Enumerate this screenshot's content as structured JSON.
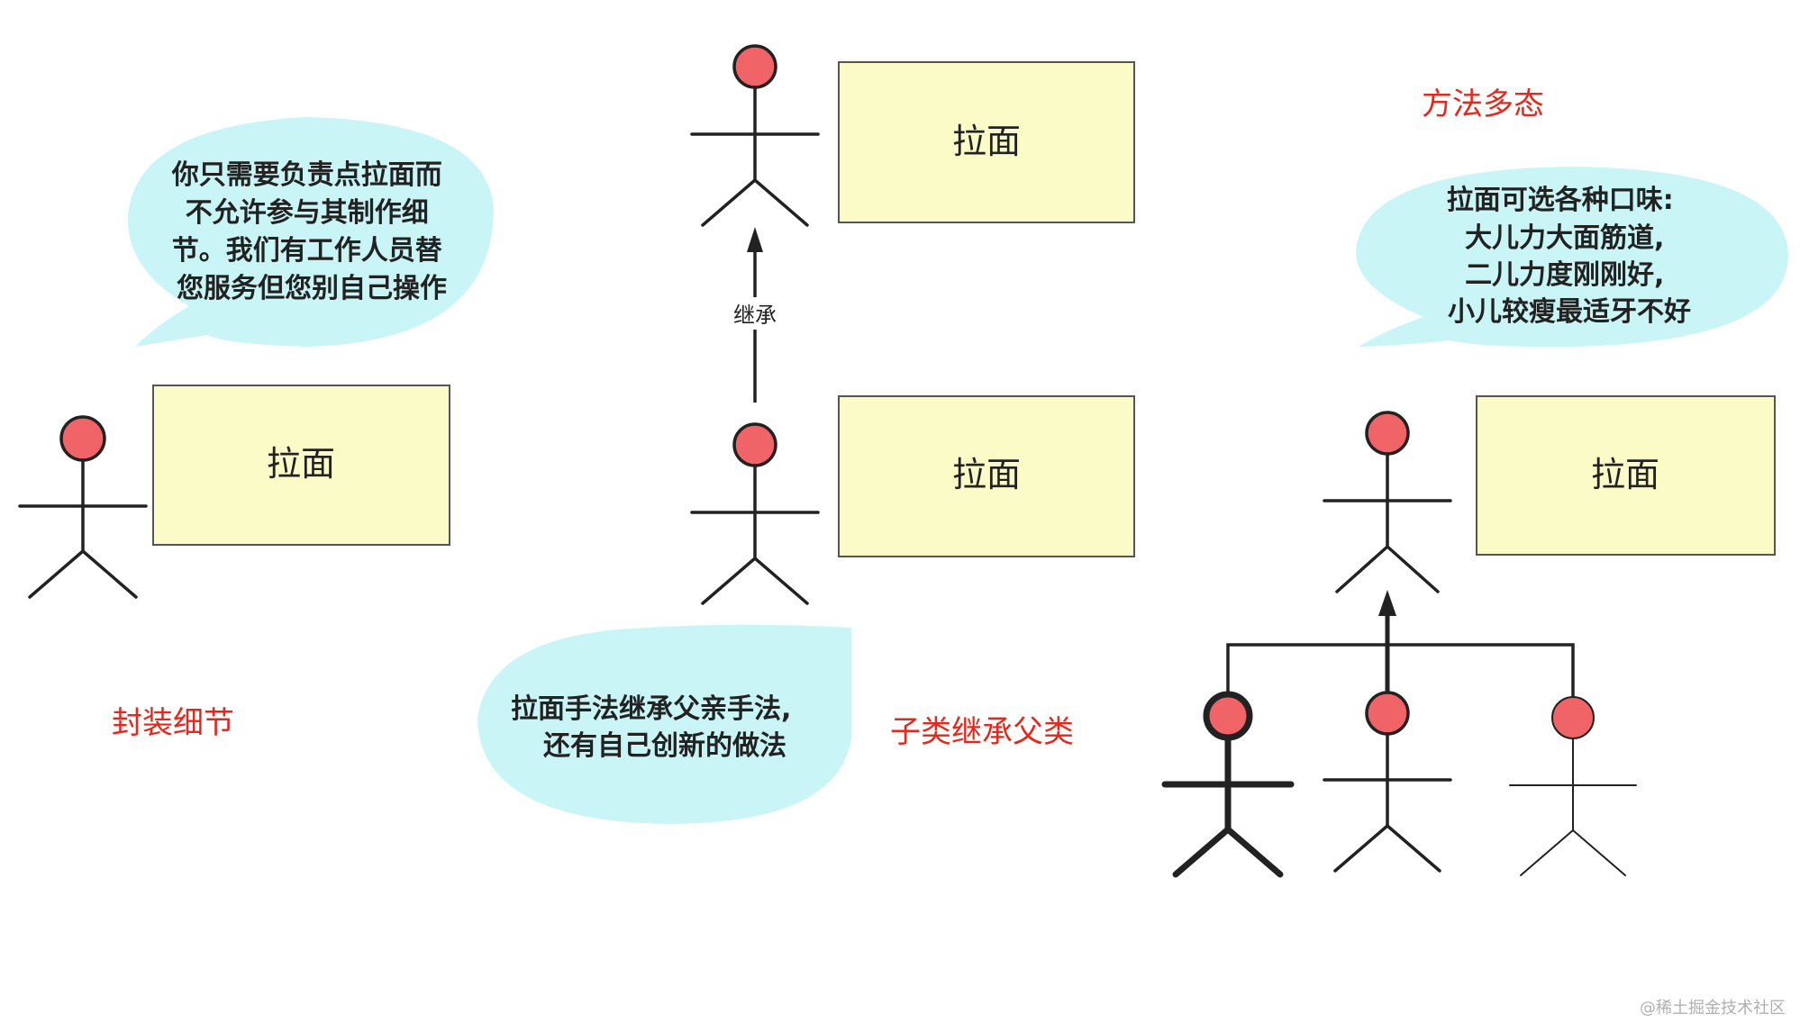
{
  "colors": {
    "box_fill": "#fbfbc8",
    "box_stroke": "#555555",
    "bubble_fill": "#caf5f6",
    "head_fill": "#f06366",
    "figure_stroke": "#222222",
    "caption_color": "#e8271c"
  },
  "icons": {
    "actor": "stick-figure-icon",
    "arrow": "arrow-up-icon"
  },
  "encapsulation": {
    "caption": "封装细节",
    "box_label": "拉面",
    "bubble_lines": [
      "你只需要负责点拉面而",
      "不允许参与其制作细",
      "节。我们有工作人员替",
      "您服务但您别自己操作"
    ]
  },
  "inheritance": {
    "caption": "子类继承父类",
    "parent_box_label": "拉面",
    "child_box_label": "拉面",
    "arrow_label": "继承",
    "bubble_lines": [
      "拉面手法继承父亲手法,",
      "还有自己创新的做法"
    ]
  },
  "polymorphism": {
    "caption": "方法多态",
    "box_label": "拉面",
    "bubble_lines": [
      "拉面可选各种口味:",
      "大儿力大面筋道,",
      "二儿力度刚刚好,",
      "小儿较瘦最适牙不好"
    ]
  },
  "watermark": "@稀土掘金技术社区"
}
